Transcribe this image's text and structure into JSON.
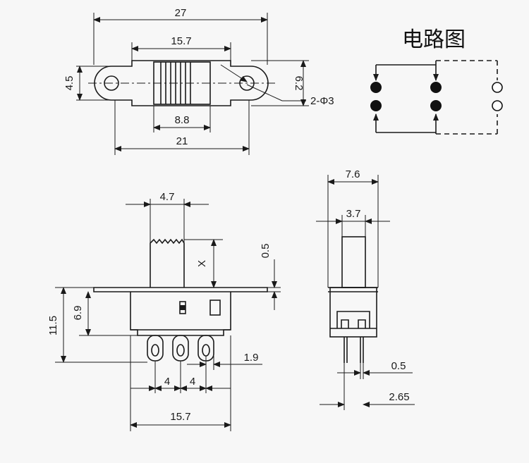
{
  "circuit": {
    "title": "电路图"
  },
  "top_view": {
    "overall_length": "27",
    "slot_length": "15.7",
    "height": "4.5",
    "body_height": "6.2",
    "holes": "2-Φ3",
    "knob_width": "8.8",
    "body_length": "21"
  },
  "front_view": {
    "knob_width": "4.7",
    "knob_travel": "X",
    "plate_thickness": "0.5",
    "total_height": "11.5",
    "body_height": "6.9",
    "pin_offset": "1.9",
    "pitch_left": "4",
    "pitch_right": "4",
    "body_length": "15.7"
  },
  "side_view": {
    "plate_width": "7.6",
    "knob_width": "3.7",
    "pin_thickness": "0.5",
    "pin_spacing": "2.65"
  },
  "colors": {
    "ink": "#1a1a1a",
    "paper": "#f7f7f7"
  }
}
